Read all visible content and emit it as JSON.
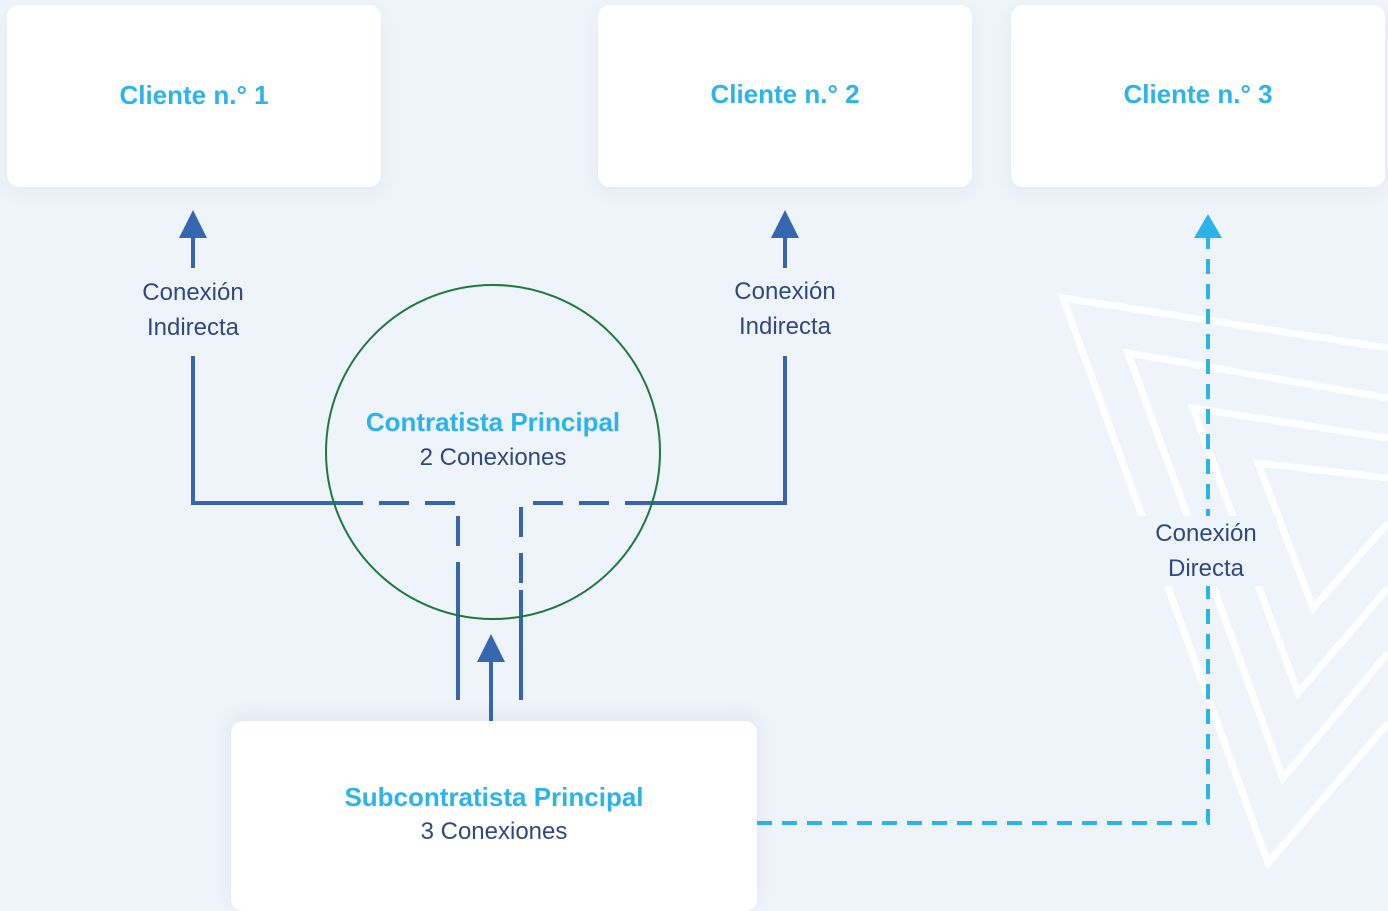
{
  "clients": [
    {
      "title": "Cliente n.° 1"
    },
    {
      "title": "Cliente n.° 2"
    },
    {
      "title": "Cliente n.° 3"
    }
  ],
  "contractor": {
    "title": "Contratista Principal",
    "connections": "2 Conexiones"
  },
  "subcontractor": {
    "title": "Subcontratista Principal",
    "connections": "3 Conexiones"
  },
  "connections": {
    "indirect_left": {
      "line1": "Conexión",
      "line2": "Indirecta"
    },
    "indirect_right": {
      "line1": "Conexión",
      "line2": "Indirecta"
    },
    "direct": {
      "line1": "Conexión",
      "line2": "Directa"
    }
  },
  "colors": {
    "background": "#eff3fa",
    "card": "#ffffff",
    "accent_title": "#2cb4ea",
    "text": "#2f4a7c",
    "indirect_line": "#3567b0",
    "direct_line": "#2cb4ea",
    "contractor_circle": "#1e7a3c"
  }
}
